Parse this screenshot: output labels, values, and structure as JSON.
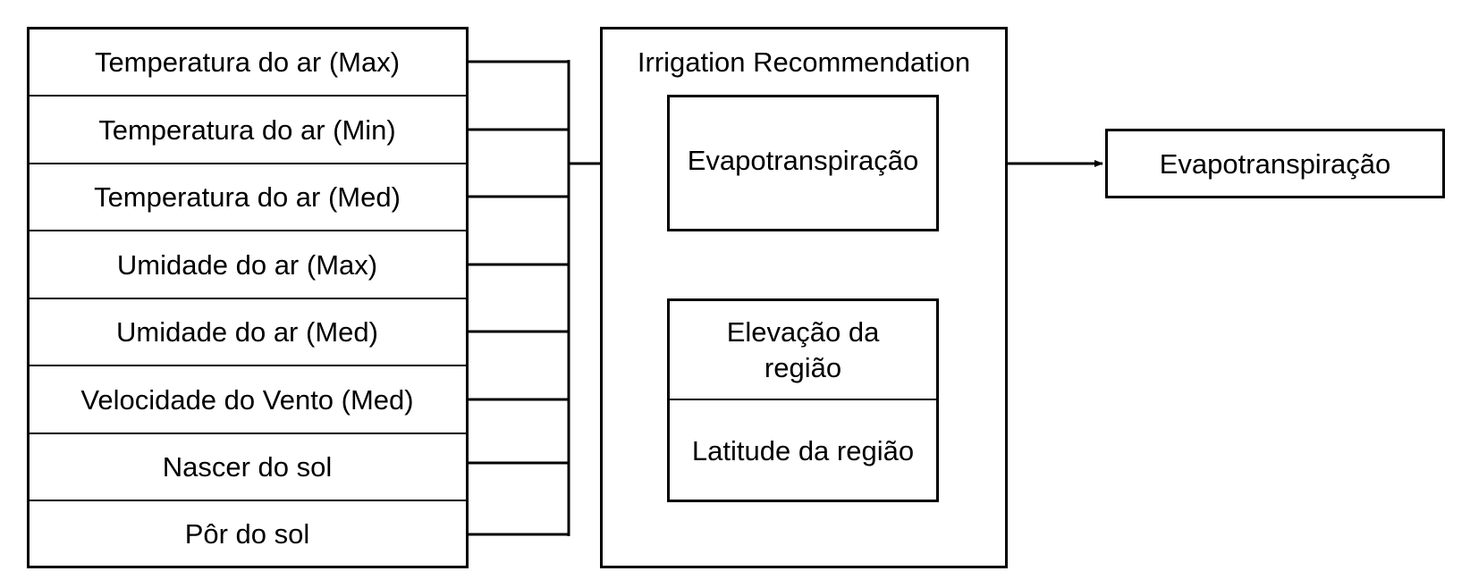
{
  "inputs": [
    "Temperatura do ar (Max)",
    "Temperatura do ar (Min)",
    "Temperatura do ar (Med)",
    "Umidade do ar (Max)",
    "Umidade do ar (Med)",
    "Velocidade do Vento (Med)",
    "Nascer do sol",
    "Pôr do sol"
  ],
  "system": {
    "title": "Irrigation Recommendation",
    "core_label": "Evapotranspiração",
    "params": [
      "Elevação da região",
      "Latitude da região"
    ]
  },
  "output": {
    "label": "Evapotranspiração"
  }
}
